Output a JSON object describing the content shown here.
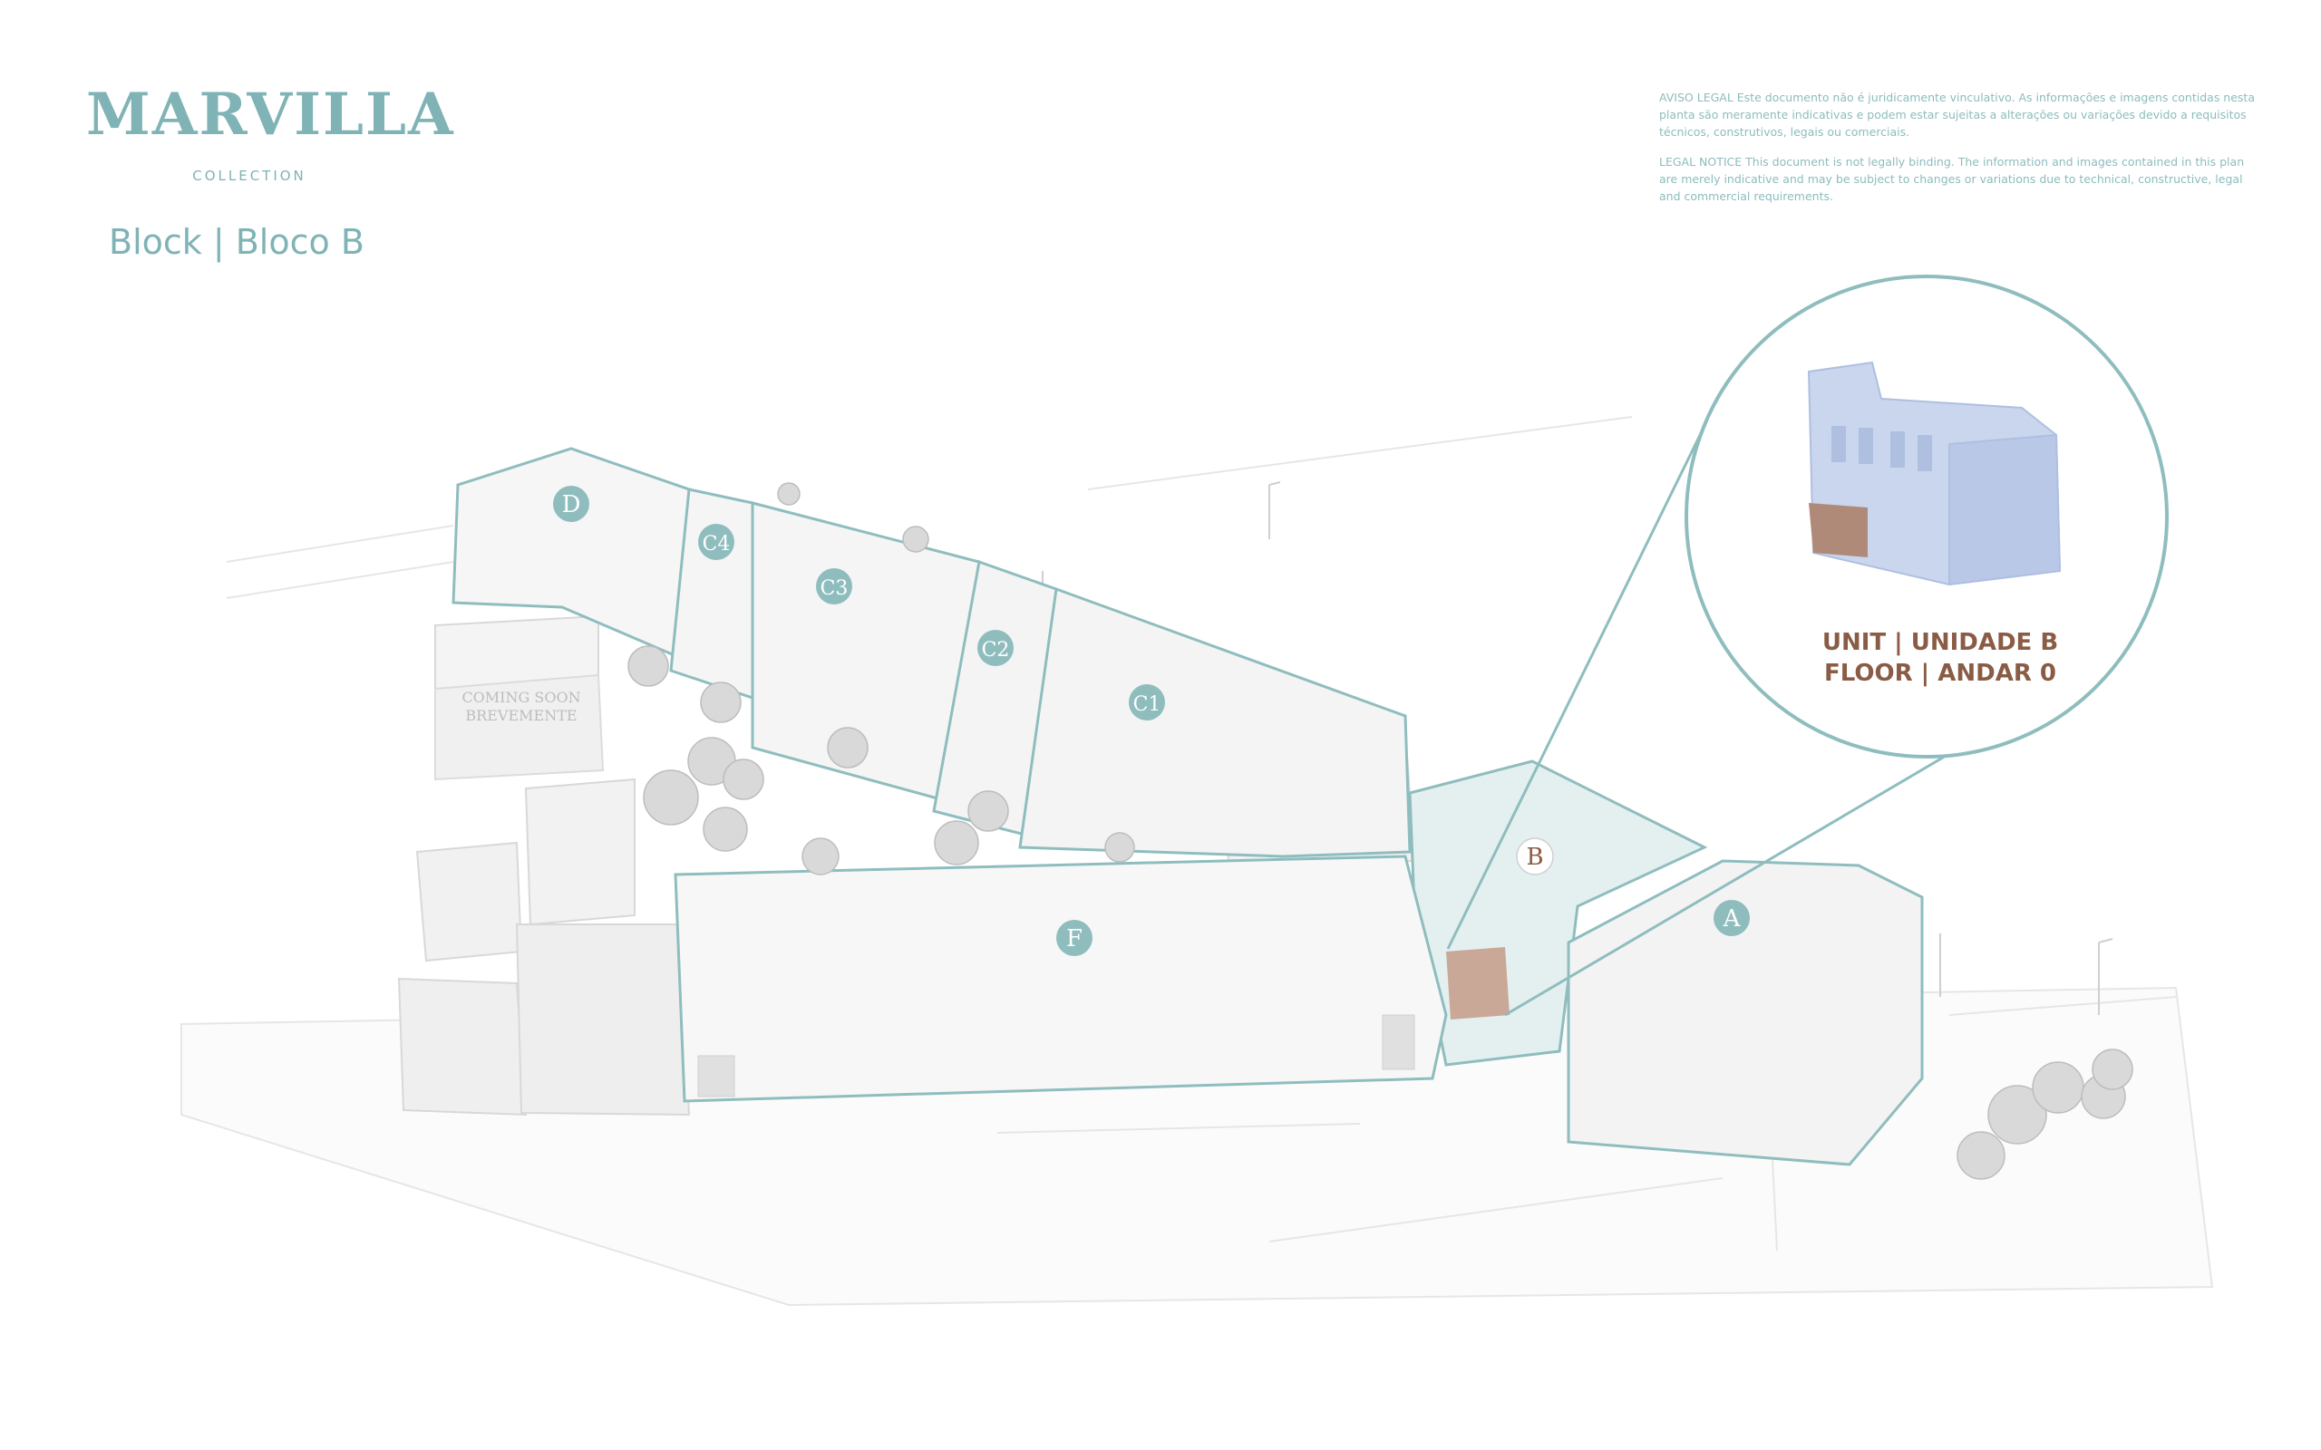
{
  "brand": {
    "name": "MARVILLA",
    "subtitle": "COLLECTION"
  },
  "block_title": "Block | Bloco B",
  "legal": {
    "pt": "AVISO LEGAL Este documento não é juridicamente vinculativo. As informações e imagens contidas nesta planta são meramente indicativas e podem estar sujeitas a alterações ou variações devido a requisitos técnicos, construtivos, legais ou comerciais.",
    "en": "LEGAL NOTICE This document is not legally binding. The information and images contained in this plan are merely indicative and may be subject to changes or variations due to technical, constructive, legal and commercial requirements."
  },
  "blocks": {
    "d": "D",
    "c4": "C4",
    "c3": "C3",
    "c2": "C2",
    "c1": "C1",
    "b": "B",
    "a": "A",
    "f": "F"
  },
  "coming_soon": {
    "line1": "COMING SOON",
    "line2": "BREVEMENTE"
  },
  "unit": {
    "line1": "UNIT | UNIDADE B",
    "line2": "FLOOR | ANDAR 0"
  },
  "colors": {
    "accent_teal": "#7fb3b5",
    "unit_brown": "#8a5c45",
    "highlight_blue": "#c9d6ee"
  }
}
